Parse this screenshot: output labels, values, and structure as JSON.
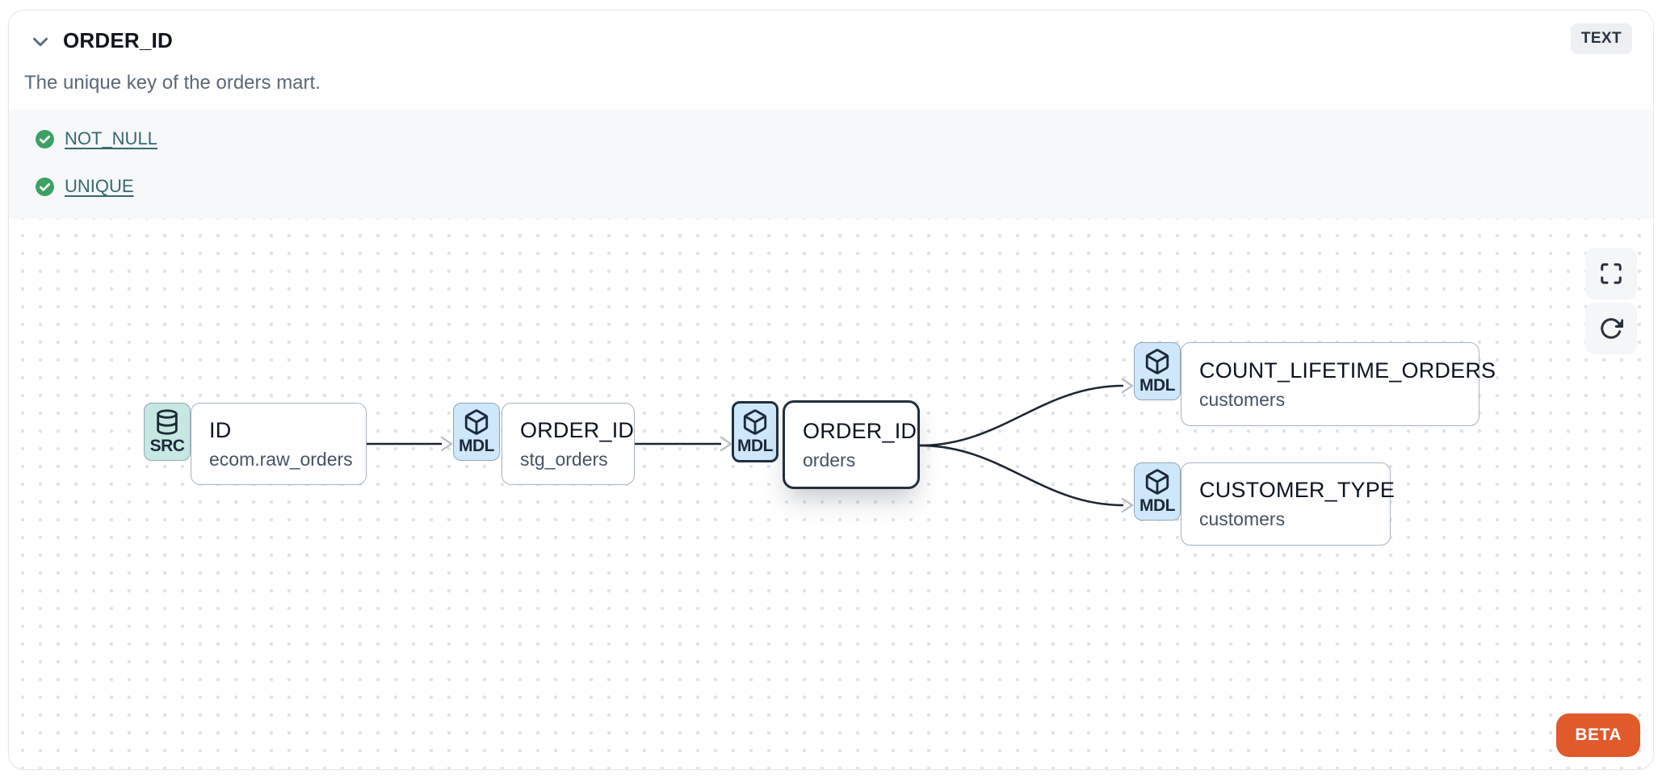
{
  "header": {
    "title": "ORDER_ID",
    "type_badge": "TEXT",
    "description": "The unique key of the orders mart.",
    "collapse_icon": "chevron-down-icon"
  },
  "tests": [
    {
      "label": "NOT_NULL",
      "status": "pass",
      "icon": "check-circle-icon"
    },
    {
      "label": "UNIQUE",
      "status": "pass",
      "icon": "check-circle-icon"
    }
  ],
  "lineage": {
    "nodes": [
      {
        "badge": "SRC",
        "icon": "database-icon",
        "title": "ID",
        "subtitle": "ecom.raw_orders",
        "selected": false
      },
      {
        "badge": "MDL",
        "icon": "cube-icon",
        "title": "ORDER_ID",
        "subtitle": "stg_orders",
        "selected": false
      },
      {
        "badge": "MDL",
        "icon": "cube-icon",
        "title": "ORDER_ID",
        "subtitle": "orders",
        "selected": true
      },
      {
        "badge": "MDL",
        "icon": "cube-icon",
        "title": "COUNT_LIFETIME_ORDERS",
        "subtitle": "customers",
        "selected": false
      },
      {
        "badge": "MDL",
        "icon": "cube-icon",
        "title": "CUSTOMER_TYPE",
        "subtitle": "customers",
        "selected": false
      }
    ],
    "edges": [
      {
        "from": 0,
        "to": 1
      },
      {
        "from": 1,
        "to": 2
      },
      {
        "from": 2,
        "to": 3
      },
      {
        "from": 2,
        "to": 4
      }
    ],
    "controls": [
      {
        "name": "fullscreen",
        "icon": "maximize-icon"
      },
      {
        "name": "refresh",
        "icon": "rotate-cw-icon"
      }
    ],
    "beta_label": "BETA"
  },
  "colors": {
    "accent_orange": "#E05A2B",
    "test_link_teal": "#35696E",
    "check_green": "#3BA164",
    "src_badge_bg": "#C7E8E2",
    "mdl_badge_bg": "#CFE7FA",
    "selected_border": "#232F3E",
    "edge_line": "#1C2531",
    "arrowhead": "#B9C0C9"
  }
}
